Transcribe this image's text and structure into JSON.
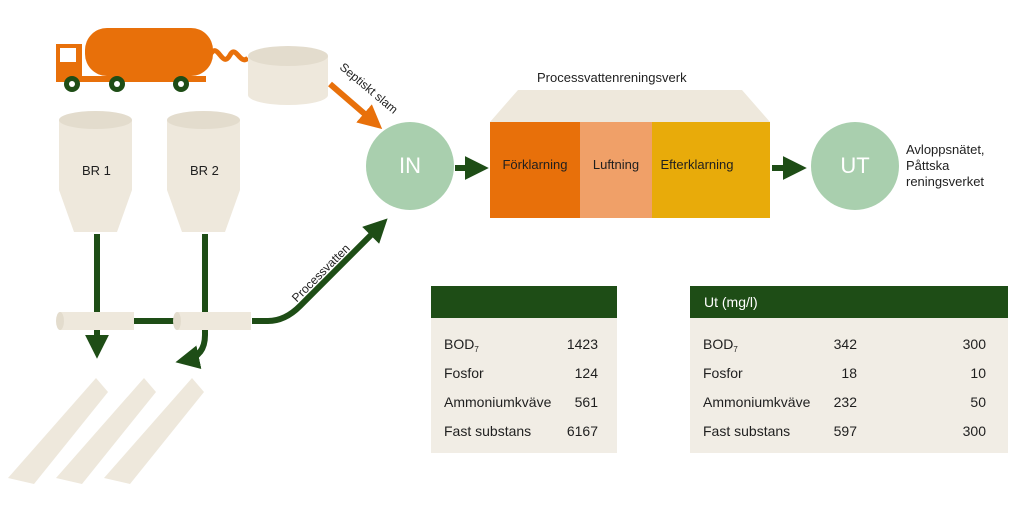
{
  "colors": {
    "dark_green": "#1e4d16",
    "light_green": "#a9cfae",
    "orange": "#e8700a",
    "light_orange": "#f0a068",
    "yellow": "#e8ab0a",
    "beige": "#eee8dc",
    "table_bg": "#f1ede5"
  },
  "icons": {
    "truck": "tanker-truck-icon",
    "tank": "storage-tank-icon",
    "silo": "silo-icon",
    "pipe": "pipe-icon",
    "pile": "sludge-pile-icon"
  },
  "diagram": {
    "silo_1": "BR 1",
    "silo_2": "BR 2",
    "septic_label": "Septiskt slam",
    "process_water_label": "Processvatten",
    "in_label": "IN",
    "out_label": "UT",
    "plant_label": "Processvattenreningsverk",
    "stages": [
      "Förklarning",
      "Luftning",
      "Efterklarning"
    ],
    "destination": "Avloppsnätet, Påttska reningsverket"
  },
  "table_in": {
    "header": "",
    "rows": [
      {
        "name": "BOD",
        "sub": "7",
        "value": "1423"
      },
      {
        "name": "Fosfor",
        "sub": "",
        "value": "124"
      },
      {
        "name": "Ammoniumkväve",
        "sub": "",
        "value": "561"
      },
      {
        "name": "Fast substans",
        "sub": "",
        "value": "6167"
      }
    ]
  },
  "table_out": {
    "header": "Ut (mg/l)",
    "rows": [
      {
        "name": "BOD",
        "sub": "7",
        "value": "342",
        "limit": "300"
      },
      {
        "name": "Fosfor",
        "sub": "",
        "value": "18",
        "limit": "10"
      },
      {
        "name": "Ammoniumkväve",
        "sub": "",
        "value": "232",
        "limit": "50"
      },
      {
        "name": "Fast substans",
        "sub": "",
        "value": "597",
        "limit": "300"
      }
    ]
  }
}
